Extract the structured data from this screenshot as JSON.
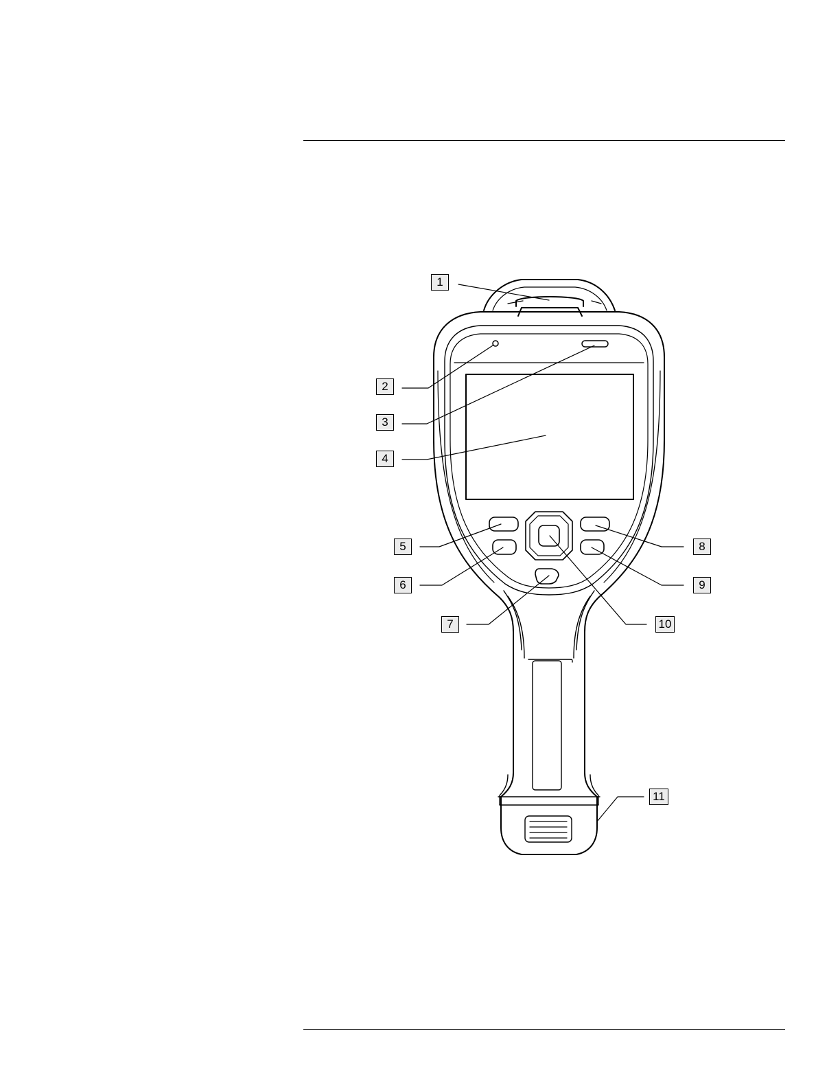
{
  "figure": {
    "description_hidden": false,
    "callouts": [
      "1",
      "2",
      "3",
      "4",
      "5",
      "6",
      "7",
      "8",
      "9",
      "10",
      "11"
    ]
  },
  "colors": {
    "line": "#000000",
    "callout_fill": "#ececec",
    "background": "#ffffff"
  }
}
